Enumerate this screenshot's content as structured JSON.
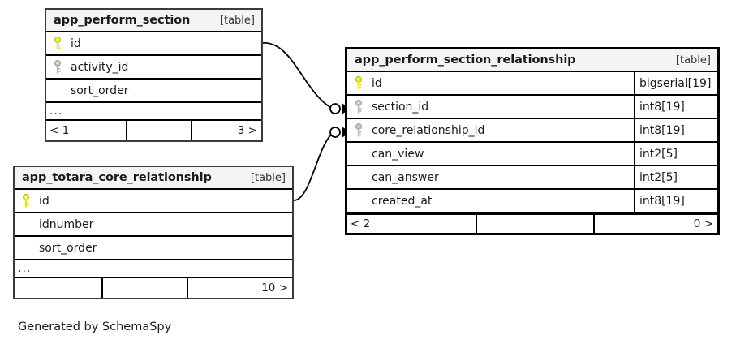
{
  "diagram": {
    "caption": "Generated by SchemaSpy",
    "kind_label": "[table]",
    "ellipsis": "...",
    "pk_icon": "key-icon-primary",
    "fk_icon": "key-icon-foreign",
    "colors": {
      "primary_key": "#e8e80d",
      "foreign_key": "#b0b0b0",
      "header_bg": "#f4f4f4",
      "border": "#000000",
      "thin_border": "#3a3a3a",
      "text": "#1a1a1a",
      "background": "#ffffff"
    }
  },
  "tables": [
    {
      "name": "app_perform_section",
      "kind": "[table]",
      "columns": [
        {
          "name": "id",
          "key": "pk",
          "type": ""
        },
        {
          "name": "activity_id",
          "key": "fk",
          "type": ""
        },
        {
          "name": "sort_order",
          "key": "none",
          "type": ""
        }
      ],
      "has_ellipsis": true,
      "footer": {
        "left": "< 1",
        "mid": "",
        "right": "3 >"
      }
    },
    {
      "name": "app_totara_core_relationship",
      "kind": "[table]",
      "columns": [
        {
          "name": "id",
          "key": "pk",
          "type": ""
        },
        {
          "name": "idnumber",
          "key": "none",
          "type": ""
        },
        {
          "name": "sort_order",
          "key": "none",
          "type": ""
        }
      ],
      "has_ellipsis": true,
      "footer": {
        "left": "",
        "mid": "",
        "right": "10 >"
      }
    },
    {
      "name": "app_perform_section_relationship",
      "kind": "[table]",
      "columns": [
        {
          "name": "id",
          "key": "pk",
          "type": "bigserial[19]"
        },
        {
          "name": "section_id",
          "key": "fk",
          "type": "int8[19]"
        },
        {
          "name": "core_relationship_id",
          "key": "fk",
          "type": "int8[19]"
        },
        {
          "name": "can_view",
          "key": "none",
          "type": "int2[5]"
        },
        {
          "name": "can_answer",
          "key": "none",
          "type": "int2[5]"
        },
        {
          "name": "created_at",
          "key": "none",
          "type": "int8[19]"
        }
      ],
      "has_ellipsis": false,
      "footer": {
        "left": "< 2",
        "mid": "",
        "right": "0 >"
      }
    }
  ],
  "relationships": [
    {
      "from_table": "app_perform_section",
      "from_column": "id",
      "to_table": "app_perform_section_relationship",
      "to_column": "section_id"
    },
    {
      "from_table": "app_totara_core_relationship",
      "from_column": "id",
      "to_table": "app_perform_section_relationship",
      "to_column": "core_relationship_id"
    }
  ]
}
